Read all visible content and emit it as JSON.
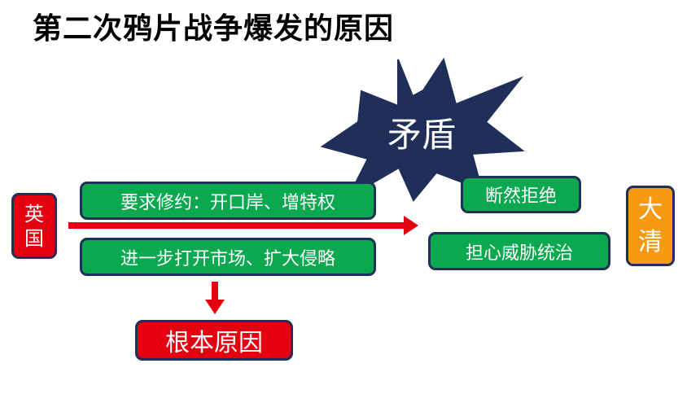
{
  "title": "第二次鸦片战争爆发的原因",
  "burst_label": "矛盾",
  "britain": {
    "char1": "英",
    "char2": "国"
  },
  "qing": {
    "char1": "大",
    "char2": "清"
  },
  "demands": [
    "要求修约：开口岸、增特权",
    "进一步打开市场、扩大侵略"
  ],
  "responses": [
    "断然拒绝",
    "担心威胁统治"
  ],
  "root_cause": "根本原因",
  "colors": {
    "green": "#0aa84f",
    "red": "#e3000f",
    "orange": "#f59a12",
    "navy": "#1f2f5a",
    "arrow": "#e3000f"
  }
}
